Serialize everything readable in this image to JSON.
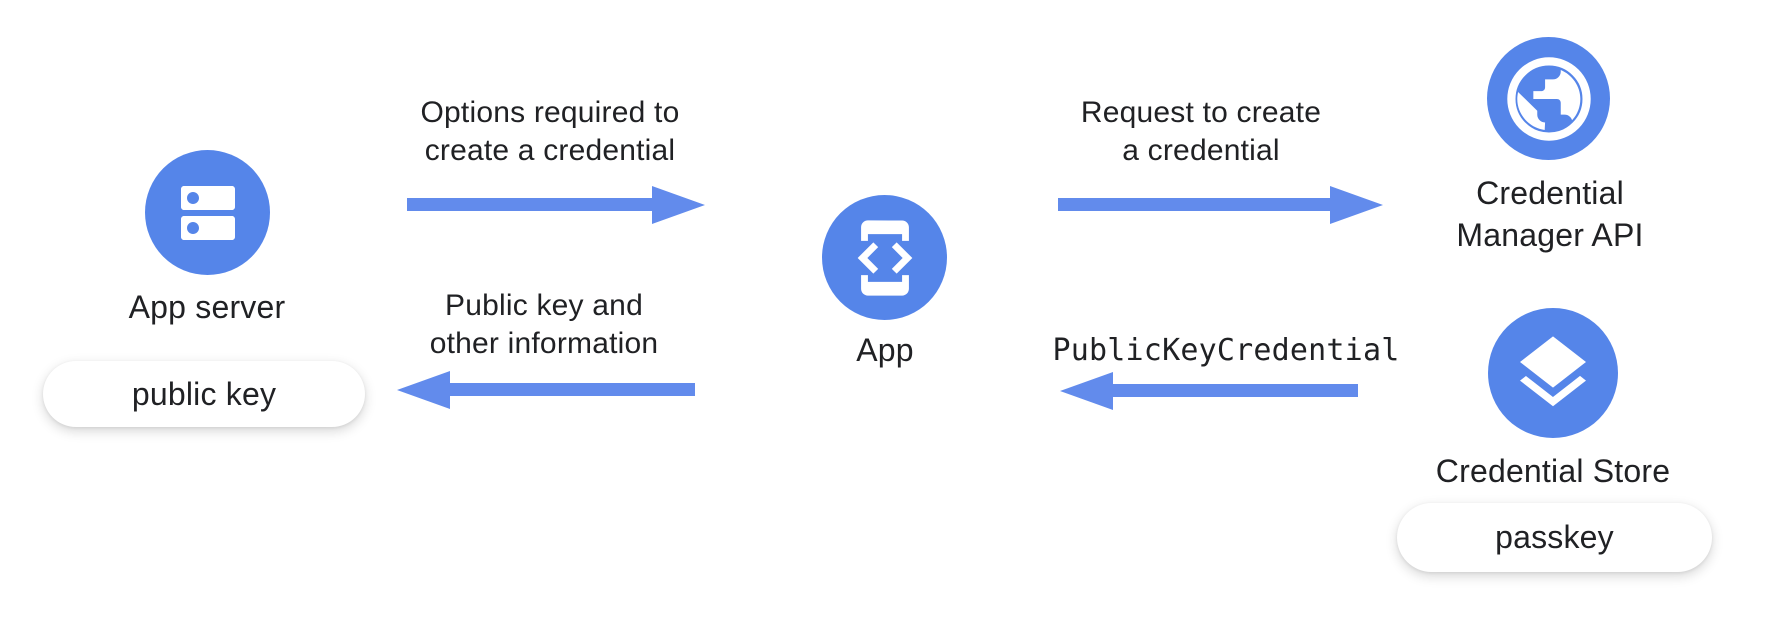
{
  "colors": {
    "node_blue": "#5585E9",
    "arrow_blue": "#628BEC",
    "text": "#202124",
    "pill_bg": "#FFFFFF"
  },
  "nodes": {
    "app_server": {
      "label": "App server",
      "icon": "server-icon",
      "tag": "public key"
    },
    "app": {
      "label": "App",
      "icon": "phone-code-icon"
    },
    "credential_manager": {
      "label": "Credential\nManager API",
      "icon": "globe-icon"
    },
    "credential_store": {
      "label": "Credential Store",
      "icon": "layers-icon",
      "tag": "passkey"
    }
  },
  "arrows": [
    {
      "label": "Options required to\ncreate a credential",
      "direction": "right"
    },
    {
      "label": "Request to create\na credential",
      "direction": "right"
    },
    {
      "label": "PublicKeyCredential",
      "direction": "left"
    },
    {
      "label": "Public key and\nother information",
      "direction": "left"
    }
  ]
}
